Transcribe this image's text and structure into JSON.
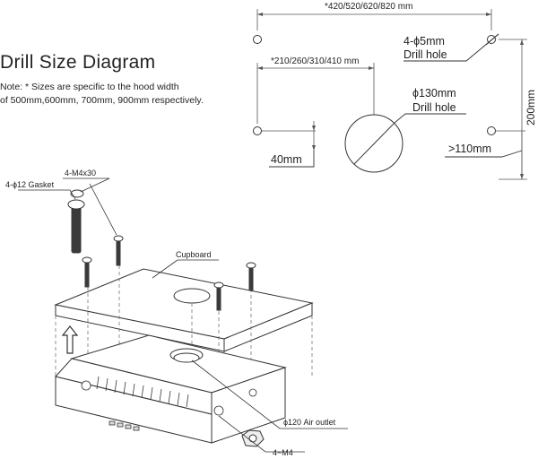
{
  "title": "Drill Size Diagram",
  "note_line1": "Note: * Sizes are specific to the hood width",
  "note_line2": "of 500mm,600mm, 700mm, 900mm respectively.",
  "dims": {
    "top_width": "*420/520/620/820 mm",
    "inner_width": "*210/260/310/410 mm",
    "small_hole_size": "4-ϕ5mm",
    "small_hole_label": "Drill hole",
    "big_hole_size": "ϕ130mm",
    "big_hole_label": "Drill hole",
    "height": "200mm",
    "offset_40": "40mm",
    "min_110": ">110mm"
  },
  "parts": {
    "screw": "4-M4x30",
    "gasket": "4-ϕ12 Gasket",
    "cupboard": "Cupboard",
    "air_outlet": "ϕ120 Air outlet",
    "nut": "4~M4"
  },
  "colors": {
    "line": "#333333",
    "dim_line": "#555555",
    "screw": "#3a3a3a"
  }
}
